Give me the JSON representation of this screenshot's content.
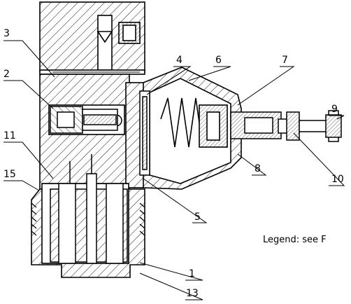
{
  "callouts": [
    {
      "id": "c1",
      "label": "1"
    },
    {
      "id": "c2",
      "label": "2"
    },
    {
      "id": "c3",
      "label": "3"
    },
    {
      "id": "c4",
      "label": "4"
    },
    {
      "id": "c5",
      "label": "5"
    },
    {
      "id": "c6",
      "label": "6"
    },
    {
      "id": "c7",
      "label": "7"
    },
    {
      "id": "c8",
      "label": "8"
    },
    {
      "id": "c9",
      "label": "9"
    },
    {
      "id": "c10",
      "label": "10"
    },
    {
      "id": "c11",
      "label": "11"
    },
    {
      "id": "c13",
      "label": "13"
    },
    {
      "id": "c15",
      "label": "15"
    }
  ],
  "legend_note": "Legend: see F",
  "colors": {
    "line": "#000000",
    "background": "#ffffff"
  }
}
